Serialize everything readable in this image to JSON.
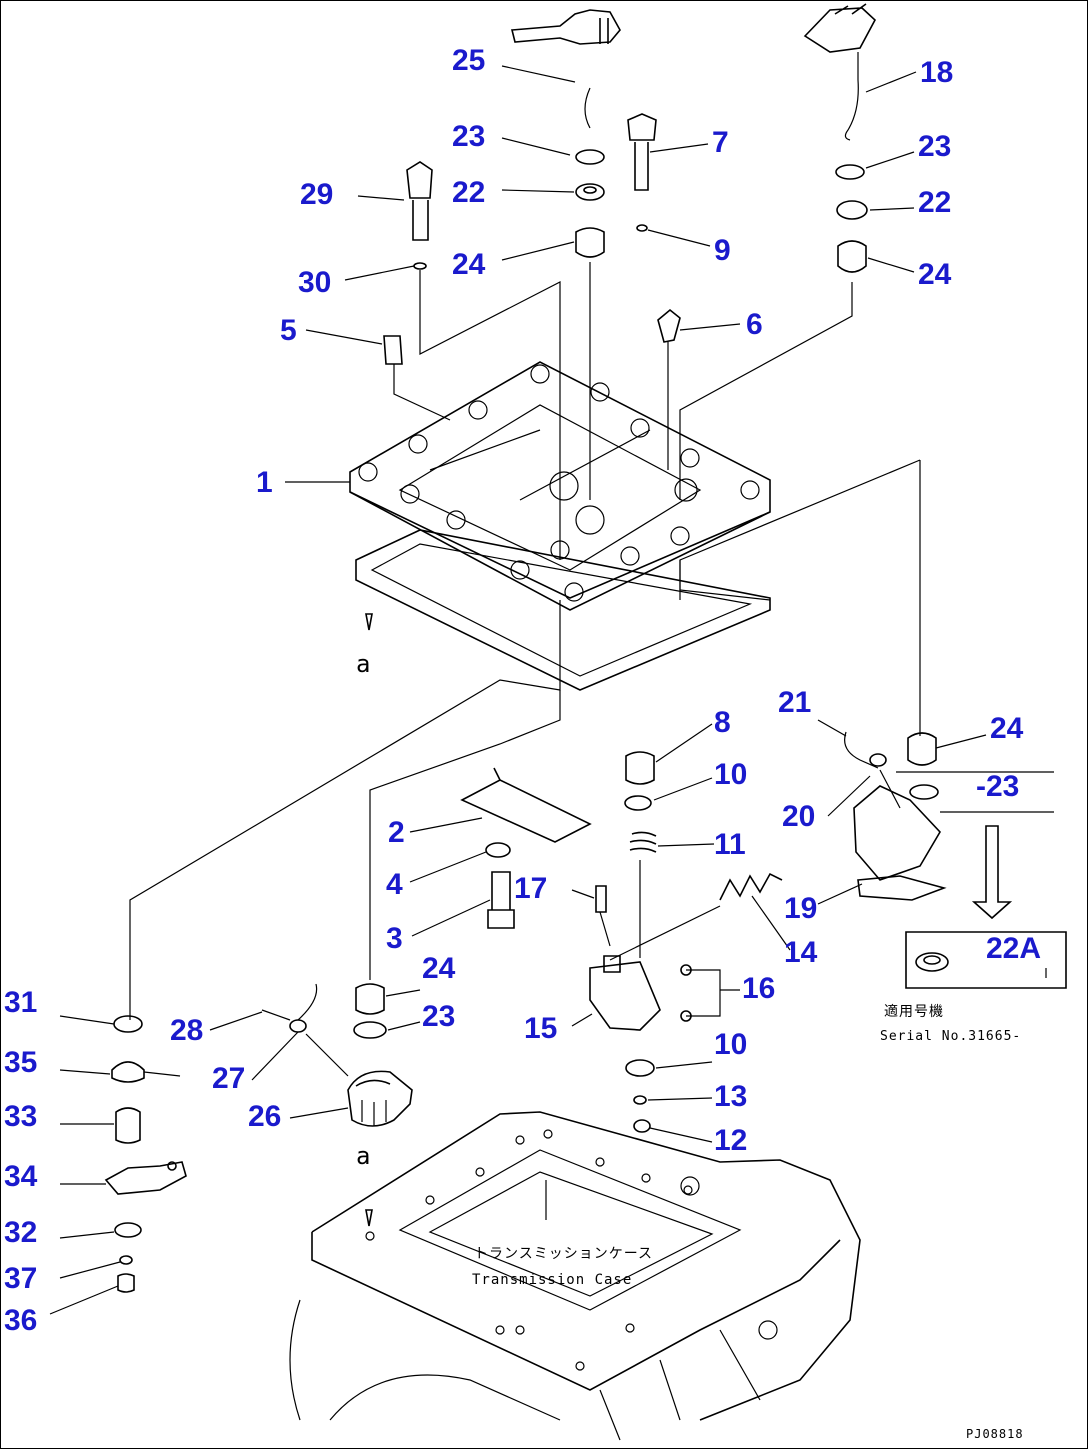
{
  "diagram": {
    "callouts": [
      {
        "id": "c25",
        "text": "25"
      },
      {
        "id": "c23a",
        "text": "23"
      },
      {
        "id": "c22a",
        "text": "22"
      },
      {
        "id": "c29",
        "text": "29"
      },
      {
        "id": "c24a",
        "text": "24"
      },
      {
        "id": "c30",
        "text": "30"
      },
      {
        "id": "c7",
        "text": "7"
      },
      {
        "id": "c9",
        "text": "9"
      },
      {
        "id": "c18",
        "text": "18"
      },
      {
        "id": "c23b",
        "text": "23"
      },
      {
        "id": "c22b",
        "text": "22"
      },
      {
        "id": "c24b",
        "text": "24"
      },
      {
        "id": "c5",
        "text": "5"
      },
      {
        "id": "c6",
        "text": "6"
      },
      {
        "id": "c1",
        "text": "1"
      },
      {
        "id": "c21",
        "text": "21"
      },
      {
        "id": "c24c",
        "text": "24"
      },
      {
        "id": "c8",
        "text": "8"
      },
      {
        "id": "c10a",
        "text": "10"
      },
      {
        "id": "c23c",
        "text": "-23"
      },
      {
        "id": "c20",
        "text": "20"
      },
      {
        "id": "c2",
        "text": "2"
      },
      {
        "id": "c11",
        "text": "11"
      },
      {
        "id": "c4",
        "text": "4"
      },
      {
        "id": "c17",
        "text": "17"
      },
      {
        "id": "c19",
        "text": "19"
      },
      {
        "id": "c3",
        "text": "3"
      },
      {
        "id": "c14",
        "text": "14"
      },
      {
        "id": "c22A",
        "text": "22A"
      },
      {
        "id": "c24d",
        "text": "24"
      },
      {
        "id": "c16",
        "text": "16"
      },
      {
        "id": "c31",
        "text": "31"
      },
      {
        "id": "c28",
        "text": "28"
      },
      {
        "id": "c23d",
        "text": "23"
      },
      {
        "id": "c15",
        "text": "15"
      },
      {
        "id": "c35",
        "text": "35"
      },
      {
        "id": "c27",
        "text": "27"
      },
      {
        "id": "c10b",
        "text": "10"
      },
      {
        "id": "c33",
        "text": "33"
      },
      {
        "id": "c26",
        "text": "26"
      },
      {
        "id": "c13",
        "text": "13"
      },
      {
        "id": "c12",
        "text": "12"
      },
      {
        "id": "c34",
        "text": "34"
      },
      {
        "id": "c32",
        "text": "32"
      },
      {
        "id": "c37",
        "text": "37"
      },
      {
        "id": "c36",
        "text": "36"
      }
    ],
    "ref_mark_a": "a",
    "case_label_jp": "トランスミッションケース",
    "case_label_en": "Transmission Case",
    "serial_note_jp": "適用号機",
    "serial_note_en": "Serial No.31665-",
    "drawing_code": "PJ08818"
  }
}
